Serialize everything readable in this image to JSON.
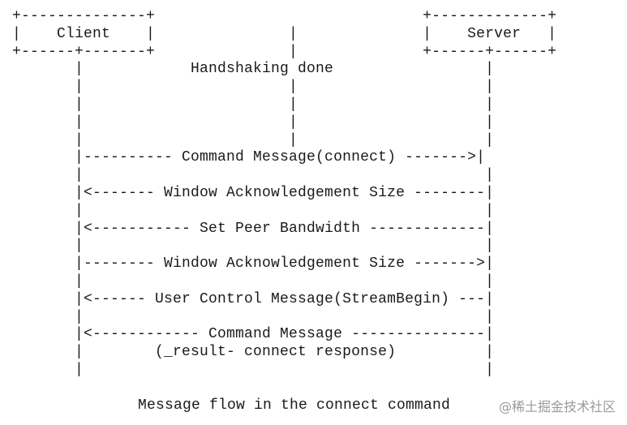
{
  "diagram": {
    "lines": [
      "+--------------+                              +-------------+",
      "|    Client    |               |              |    Server   |",
      "+------+-------+               |              +------+------+",
      "       |            Handshaking done                 |",
      "       |                       |                     |",
      "       |                       |                     |",
      "       |                       |                     |",
      "       |                       |                     |",
      "       |---------- Command Message(connect) ------->|",
      "       |                                             |",
      "       |<------- Window Acknowledgement Size --------|",
      "       |                                             |",
      "       |<----------- Set Peer Bandwidth -------------|",
      "       |                                             |",
      "       |-------- Window Acknowledgement Size ------->|",
      "       |                                             |",
      "       |<------ User Control Message(StreamBegin) ---|",
      "       |                                             |",
      "       |<------------ Command Message ---------------|",
      "       |        (_result- connect response)          |",
      "       |                                             |"
    ],
    "caption": "Message flow in the connect command",
    "watermark": "@稀土掘金技术社区"
  }
}
